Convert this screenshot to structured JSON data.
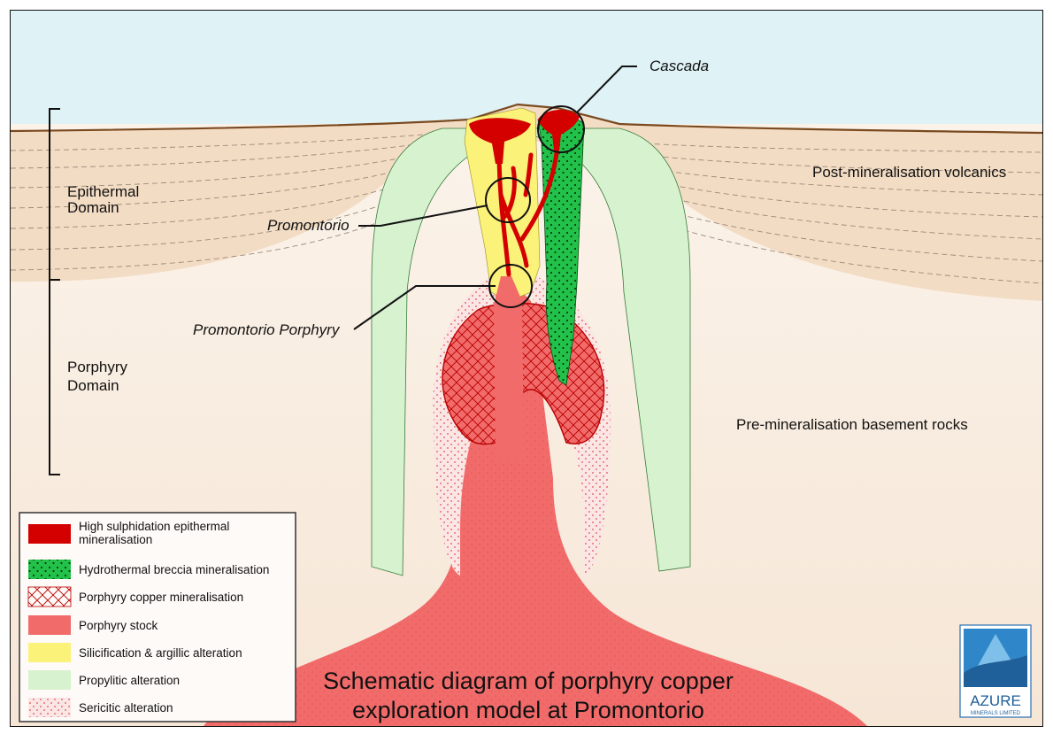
{
  "labels": {
    "cascada": "Cascada",
    "promontorio": "Promontorio",
    "promontorio_porphyry": "Promontorio Porphyry",
    "post_volcanics": "Post-mineralisation volcanics",
    "basement": "Pre-mineralisation basement rocks",
    "epithermal_line1": "Epithermal",
    "epithermal_line2": "Domain",
    "porphyry_line1": "Porphyry",
    "porphyry_line2": "Domain"
  },
  "legend": [
    {
      "line1": "High sulphidation epithermal",
      "line2": "mineralisation",
      "color": "#d40000",
      "pattern": "solid"
    },
    {
      "line1": "Hydrothermal breccia mineralisation",
      "line2": "",
      "color": "#22c24a",
      "pattern": "dots"
    },
    {
      "line1": "Porphyry copper mineralisation",
      "line2": "",
      "color": "#d40000",
      "pattern": "crosshatch"
    },
    {
      "line1": "Porphyry stock",
      "line2": "",
      "color": "#f26b6b",
      "pattern": "solid"
    },
    {
      "line1": "Silicification & argillic alteration",
      "line2": "",
      "color": "#fbf27a",
      "pattern": "solid"
    },
    {
      "line1": "Propylitic alteration",
      "line2": "",
      "color": "#d6f2cf",
      "pattern": "solid"
    },
    {
      "line1": "Sericitic alteration",
      "line2": "",
      "color": "#f4a3a3",
      "pattern": "dotted-light"
    }
  ],
  "caption": {
    "line1": "Schematic diagram of porphyry copper",
    "line2": "exploration model at Promontorio"
  },
  "logo": {
    "name": "AZURE",
    "subtitle": "MINERALS LIMITED"
  },
  "colors": {
    "sky": "#dff2f6",
    "volcanics": "#f3dcc4",
    "basement": "#f9ece0",
    "propylitic": "#d6f2cf",
    "silicification": "#fbf27a",
    "epithermal": "#d40000",
    "breccia": "#22c24a",
    "stock": "#f26b6b",
    "sericitic": "#f4c2c2"
  }
}
